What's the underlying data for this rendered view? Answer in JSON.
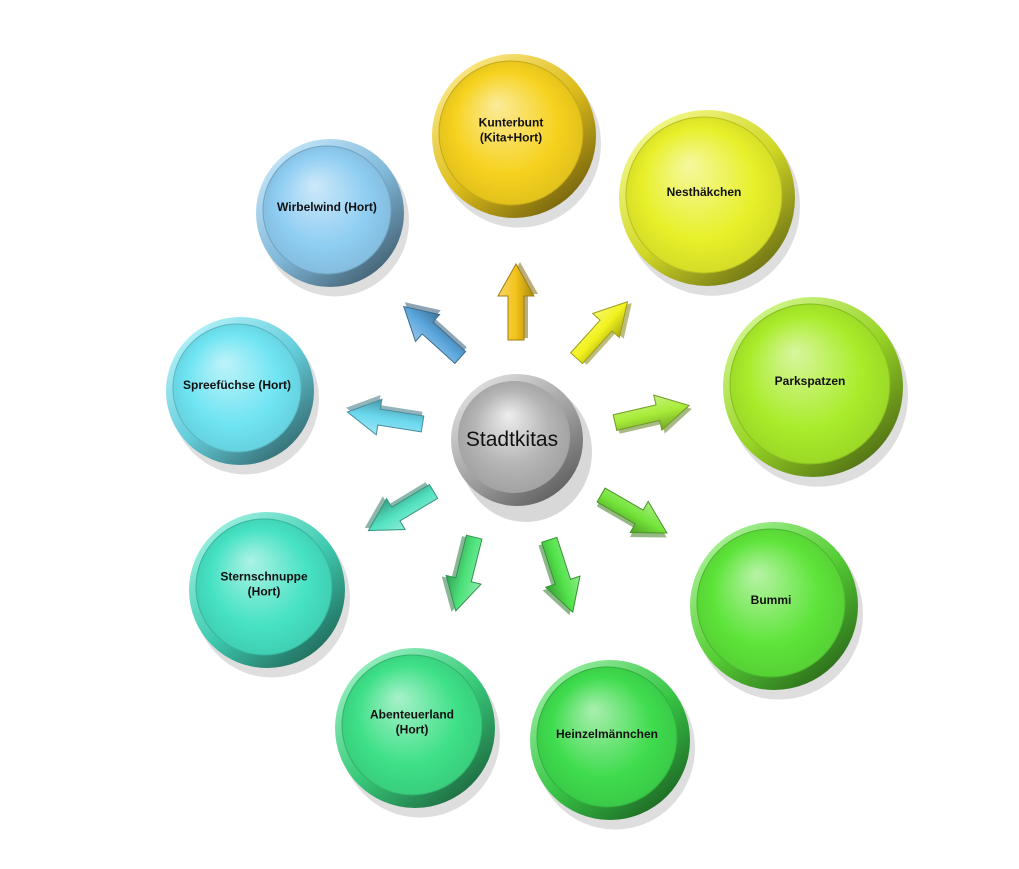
{
  "center": {
    "label": "Stadtkitas"
  },
  "nodes": [
    {
      "id": "kunterbunt",
      "lines": [
        "Kunterbunt",
        "(Kita+Hort)"
      ],
      "color": "#f6d21e"
    },
    {
      "id": "nesthaekchen",
      "lines": [
        "Nesthäkchen"
      ],
      "color": "#e8f02a"
    },
    {
      "id": "parkspatzen",
      "lines": [
        "Parkspatzen"
      ],
      "color": "#a9ec2a"
    },
    {
      "id": "bummi",
      "lines": [
        "Bummi"
      ],
      "color": "#5ee43a"
    },
    {
      "id": "heinzelmaennchen",
      "lines": [
        "Heinzelmännchen"
      ],
      "color": "#3fdc4e"
    },
    {
      "id": "abenteuerland",
      "lines": [
        "Abenteuerland",
        "(Hort)"
      ],
      "color": "#3ee088"
    },
    {
      "id": "sternschnuppe",
      "lines": [
        "Sternschnuppe",
        "(Hort)"
      ],
      "color": "#46e2c4"
    },
    {
      "id": "spreefuechse",
      "lines": [
        "Spreefüchse (Hort)"
      ],
      "color": "#6fe4f2"
    },
    {
      "id": "wirbelwind",
      "lines": [
        "Wirbelwind (Hort)"
      ],
      "color": "#8fcdf2"
    }
  ],
  "arrows": [
    {
      "target": "kunterbunt",
      "color": "#f2c218"
    },
    {
      "target": "nesthaekchen",
      "color": "#f2f21e"
    },
    {
      "target": "parkspatzen",
      "color": "#a8ec38"
    },
    {
      "target": "bummi",
      "color": "#74e43a"
    },
    {
      "target": "heinzelmaennchen",
      "color": "#52e24a"
    },
    {
      "target": "abenteuerland",
      "color": "#4ce27a"
    },
    {
      "target": "sternschnuppe",
      "color": "#52e2c0"
    },
    {
      "target": "spreefuechse",
      "color": "#6ad8ee"
    },
    {
      "target": "wirbelwind",
      "color": "#5aa6dc"
    }
  ],
  "colors": {
    "center": "#b5b5b5"
  }
}
